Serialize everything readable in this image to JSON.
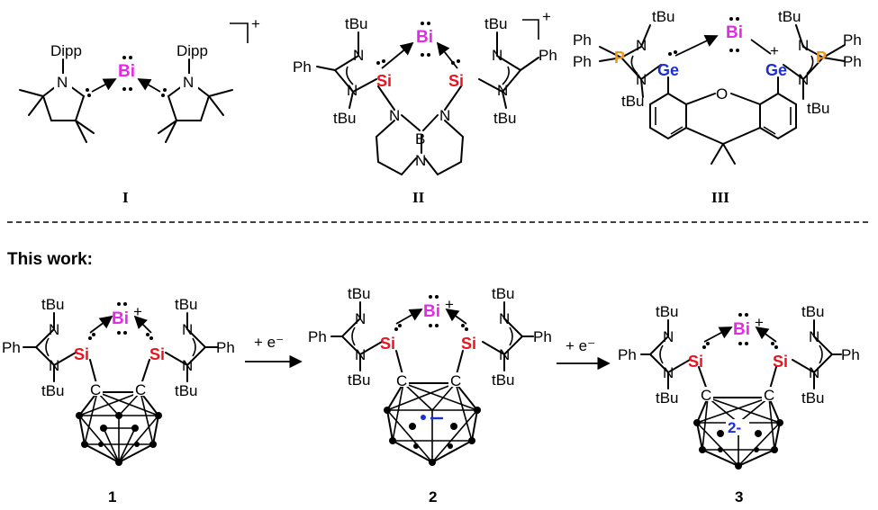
{
  "heading": "This work:",
  "labels": {
    "I": "I",
    "II": "II",
    "III": "III",
    "c1": "1",
    "c2": "2",
    "c3": "3"
  },
  "atoms": {
    "bi": "Bi",
    "si": "Si",
    "ge": "Ge",
    "p": "P",
    "n": "N",
    "b": "B",
    "o": "O",
    "c": "C",
    "dipp": "Dipp",
    "tbu": "tBu",
    "ph": "Ph"
  },
  "charges": {
    "plus": "+",
    "carborane_2": "•—",
    "carborane_3": "2-"
  },
  "reagents": {
    "step1": "+ e⁻",
    "step2": "+ e⁻"
  },
  "colors": {
    "si": "#e8141e",
    "bi": "#e629e6",
    "ge": "#1a2fd6",
    "p": "#f2941c",
    "charge": "#1a2fd6"
  }
}
